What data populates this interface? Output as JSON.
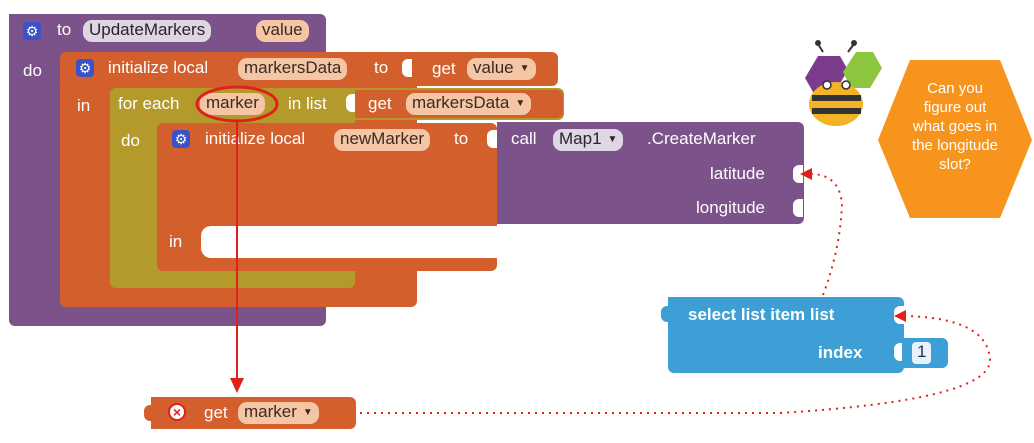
{
  "procedure": {
    "keyword_to": "to",
    "name": "UpdateMarkers",
    "param": "value",
    "keyword_do": "do"
  },
  "init_local_1": {
    "label": "initialize local",
    "var_name": "markersData",
    "keyword_to": "to",
    "keyword_in": "in",
    "get_label": "get",
    "get_var": "value"
  },
  "for_each": {
    "label_part1": "for each",
    "var_name": "marker",
    "label_part2": "in list",
    "keyword_do": "do",
    "get_label": "get",
    "get_var": "markersData"
  },
  "init_local_2": {
    "label": "initialize local",
    "var_name": "newMarker",
    "keyword_to": "to",
    "keyword_in": "in"
  },
  "create_marker": {
    "call_label": "call",
    "component": "Map1",
    "method": ".CreateMarker",
    "arg_latitude": "latitude",
    "arg_longitude": "longitude"
  },
  "select_list_item": {
    "label": "select list item  list",
    "index_label": "index",
    "index_value": "1"
  },
  "get_marker": {
    "get_label": "get",
    "var_name": "marker"
  },
  "hint": {
    "text_lines": [
      "Can you",
      "figure out",
      "what goes in",
      "the longitude",
      "slot?"
    ]
  },
  "colors": {
    "procedure": "#7b5289",
    "variables": "#d35f2d",
    "control": "#b39a2b",
    "lists": "#3d9fd6",
    "hint_hex": "#f7941d",
    "annotation_red": "#e0211b"
  },
  "icons": {
    "gear": "gear-icon",
    "error": "error-x-icon",
    "dropdown": "chevron-down-icon",
    "logo": "app-inventor-bee-logo"
  }
}
